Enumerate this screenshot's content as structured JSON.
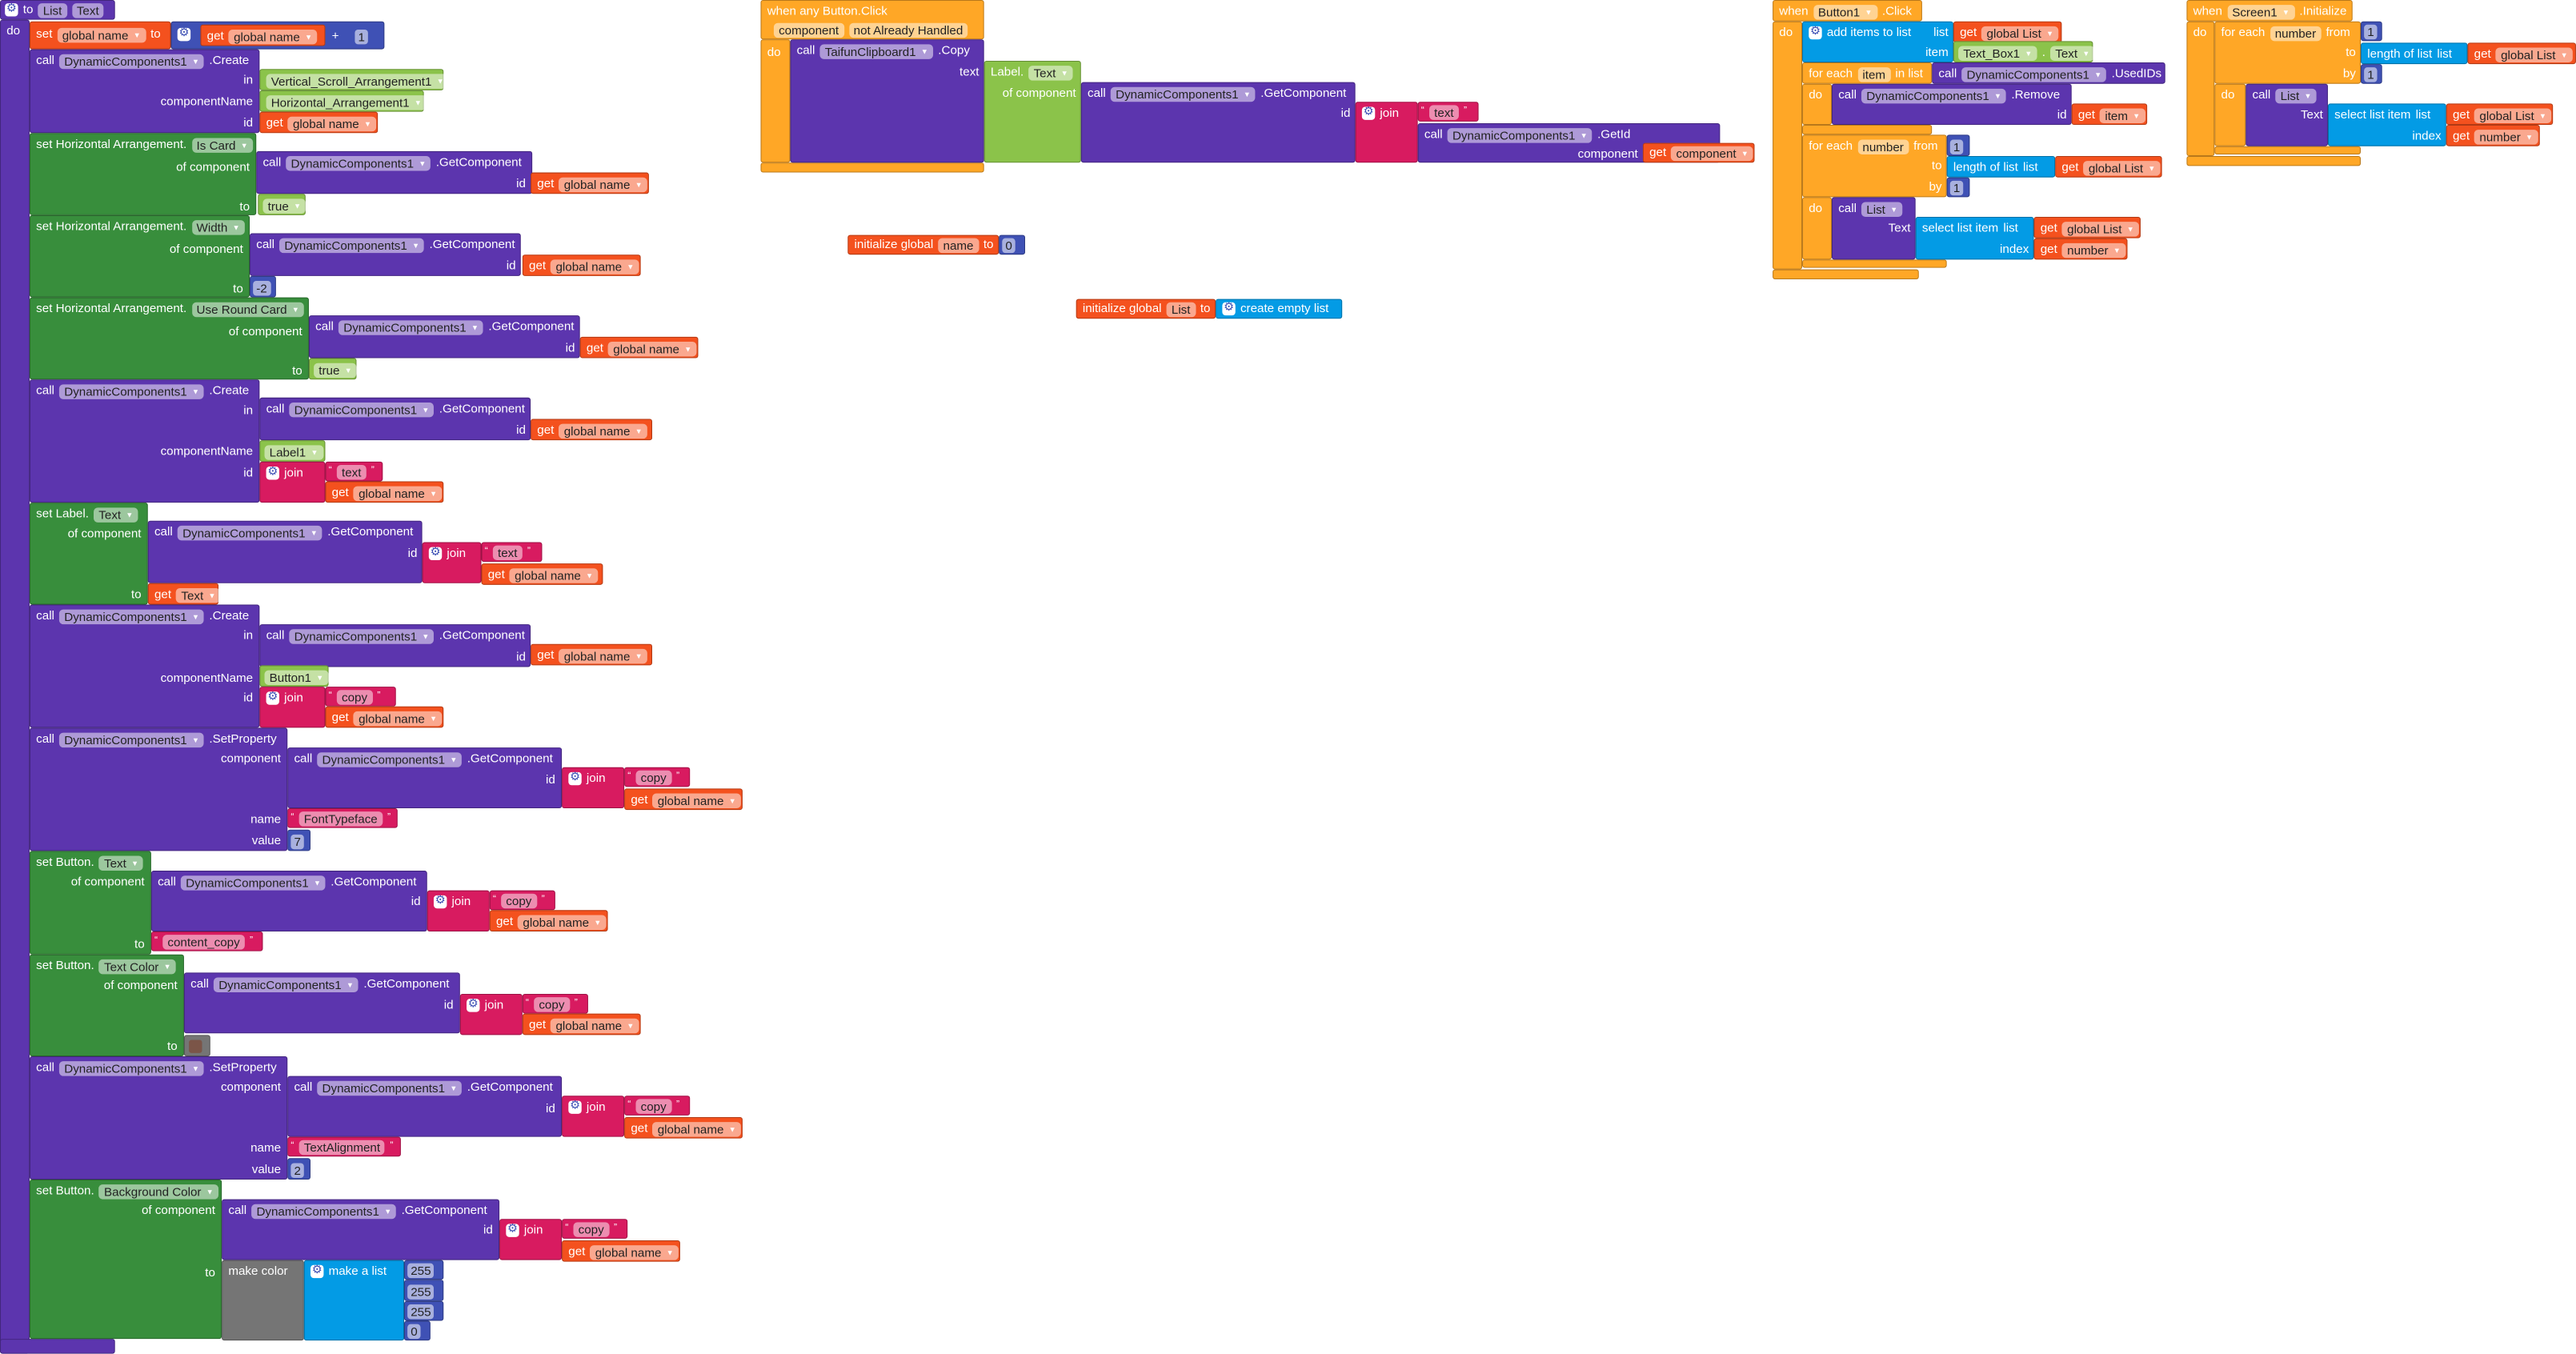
{
  "palette": {
    "component_method": "#5c35ae",
    "variable": "#f4511e",
    "property_setter": "#388e3c",
    "component_value": "#8bc34a",
    "math": "#3f51b5",
    "text": "#d81b60",
    "control": "#ffa726",
    "list": "#039be5",
    "color": "#757575"
  },
  "color_swatch": "#7b5548",
  "procedure": [
    "to",
    "List",
    "Text",
    "do",
    "set",
    "global name",
    "to",
    "get",
    "global name",
    "+",
    "1",
    "call",
    "DynamicComponents1",
    ".Create",
    "in",
    "Vertical_Scroll_Arrangement1",
    "componentName",
    "Horizontal_Arrangement1",
    "id",
    "get",
    "global name",
    "set Horizontal Arrangement.",
    "Is Card",
    "of component",
    "call",
    "DynamicComponents1",
    ".GetComponent",
    "id",
    "get",
    "global name",
    "to",
    "true",
    "set Horizontal Arrangement.",
    "Width",
    "of component",
    "call",
    "DynamicComponents1",
    ".GetComponent",
    "id",
    "get",
    "global name",
    "to",
    "-2",
    "set Horizontal Arrangement.",
    "Use Round Card",
    "of component",
    "call",
    "DynamicComponents1",
    ".GetComponent",
    "id",
    "get",
    "global name",
    "to",
    "true",
    "call",
    "DynamicComponents1",
    ".Create",
    "in",
    "call",
    "DynamicComponents1",
    ".GetComponent",
    "id",
    "get",
    "global name",
    "componentName",
    "Label1",
    "id",
    "join",
    "text",
    "get",
    "global name",
    "set Label.",
    "Text",
    "of component",
    "call",
    "DynamicComponents1",
    ".GetComponent",
    "id",
    "join",
    "text",
    "get",
    "global name",
    "to",
    "get",
    "Text",
    "call",
    "DynamicComponents1",
    ".Create",
    "in",
    "call",
    "DynamicComponents1",
    ".GetComponent",
    "id",
    "get",
    "global name",
    "componentName",
    "Button1",
    "id",
    "join",
    "copy",
    "get",
    "global name",
    "call",
    "DynamicComponents1",
    ".SetProperty",
    "component",
    "call",
    "DynamicComponents1",
    ".GetComponent",
    "id",
    "join",
    "copy",
    "get",
    "global name",
    "name",
    "FontTypeface",
    "value",
    "7",
    "set Button.",
    "Text",
    "of component",
    "call",
    "DynamicComponents1",
    ".GetComponent",
    "id",
    "join",
    "copy",
    "get",
    "global name",
    "to",
    "content_copy",
    "set Button.",
    "Text Color",
    "of component",
    "call",
    "DynamicComponents1",
    ".GetComponent",
    "id",
    "join",
    "copy",
    "get",
    "global name",
    "to",
    "call",
    "DynamicComponents1",
    ".SetProperty",
    "component",
    "call",
    "DynamicComponents1",
    ".GetComponent",
    "id",
    "join",
    "copy",
    "get",
    "global name",
    "name",
    "TextAlignment",
    "value",
    "2",
    "set Button.",
    "Background Color",
    "of component",
    "call",
    "DynamicComponents1",
    ".GetComponent",
    "id",
    "join",
    "copy",
    "get",
    "global name",
    "to",
    "make color",
    "make a list",
    "255",
    "255",
    "255",
    "0"
  ],
  "any_button_click": [
    "when any Button.Click",
    "component",
    "not Already Handled",
    "do",
    "call",
    "TaifunClipboard1",
    ".Copy",
    "text",
    "Label.",
    "Text",
    "of component",
    "call",
    "DynamicComponents1",
    ".GetComponent",
    "id",
    "join",
    "text",
    "call",
    "DynamicComponents1",
    ".GetId",
    "component",
    "get",
    "component"
  ],
  "globals": [
    "initialize global",
    "name",
    "to",
    "0",
    "initialize global",
    "List",
    "to",
    "create empty list"
  ],
  "button1_click": [
    "when",
    "Button1",
    ".Click",
    "do",
    "add items to list",
    "list",
    "get",
    "global List",
    "item",
    "Text_Box1",
    ".",
    "Text",
    "for each",
    "item",
    "in list",
    "call",
    "DynamicComponents1",
    ".UsedIDs",
    "do",
    "call",
    "DynamicComponents1",
    ".Remove",
    "id",
    "get",
    "item",
    "for each",
    "number",
    "from",
    "1",
    "to",
    "length of list",
    "list",
    "get",
    "global List",
    "by",
    "1",
    "do",
    "call",
    "List",
    "Text",
    "select list item",
    "list",
    "get",
    "global List",
    "index",
    "get",
    "number"
  ],
  "screen1_initialize": [
    "when",
    "Screen1",
    ".Initialize",
    "do",
    "for each",
    "number",
    "from",
    "1",
    "to",
    "length of list",
    "list",
    "get",
    "global List",
    "by",
    "1",
    "do",
    "call",
    "List",
    "Text",
    "select list item",
    "list",
    "get",
    "global List",
    "index",
    "get",
    "number"
  ]
}
